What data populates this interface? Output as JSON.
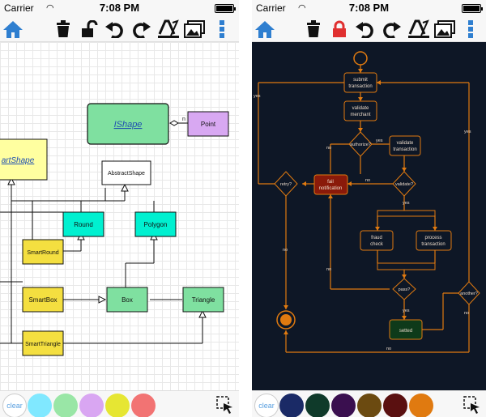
{
  "status": {
    "carrier": "Carrier",
    "time": "7:08 PM"
  },
  "left": {
    "shapes": {
      "ishape": "IShape",
      "point": "Point",
      "n": "n",
      "smartshape": "artShape",
      "abstractshape": "AbstractShape",
      "round": "Round",
      "polygon": "Polygon",
      "smartround": "SmartRound",
      "smartbox": "SmartBox",
      "box": "Box",
      "triangle": "Triangle",
      "smarttriangle": "SmartTriangle"
    },
    "clear": "clear",
    "swatches": [
      "#80e8ff",
      "#99e6a6",
      "#d9a6f2",
      "#e6e633",
      "#f27373"
    ]
  },
  "right": {
    "nodes": {
      "submit": [
        "submit",
        "transaction"
      ],
      "validate_merchant": [
        "validate",
        "merchant"
      ],
      "authorize": "authorize?",
      "validate_transaction": [
        "validate",
        "transaction"
      ],
      "fail": [
        "fail",
        "notification"
      ],
      "validate_q": "validate?",
      "retry": "retry?",
      "fraud": [
        "fraud",
        "check"
      ],
      "process": [
        "process",
        "transaction"
      ],
      "pass": "pass?",
      "another": "another?",
      "setted": "setted"
    },
    "edges": {
      "yes1": "yes",
      "no1": "no",
      "yes2": "yes",
      "no2": "no",
      "yes3": "yes",
      "no3": "no",
      "yes4": "yes",
      "yes5": "yes",
      "no4": "no",
      "no5": "no",
      "no6": "no"
    },
    "clear": "clear",
    "swatches": [
      "#1a2a66",
      "#0f3a2a",
      "#3a0f4f",
      "#6b4a10",
      "#5a1010",
      "#e07a10"
    ]
  }
}
